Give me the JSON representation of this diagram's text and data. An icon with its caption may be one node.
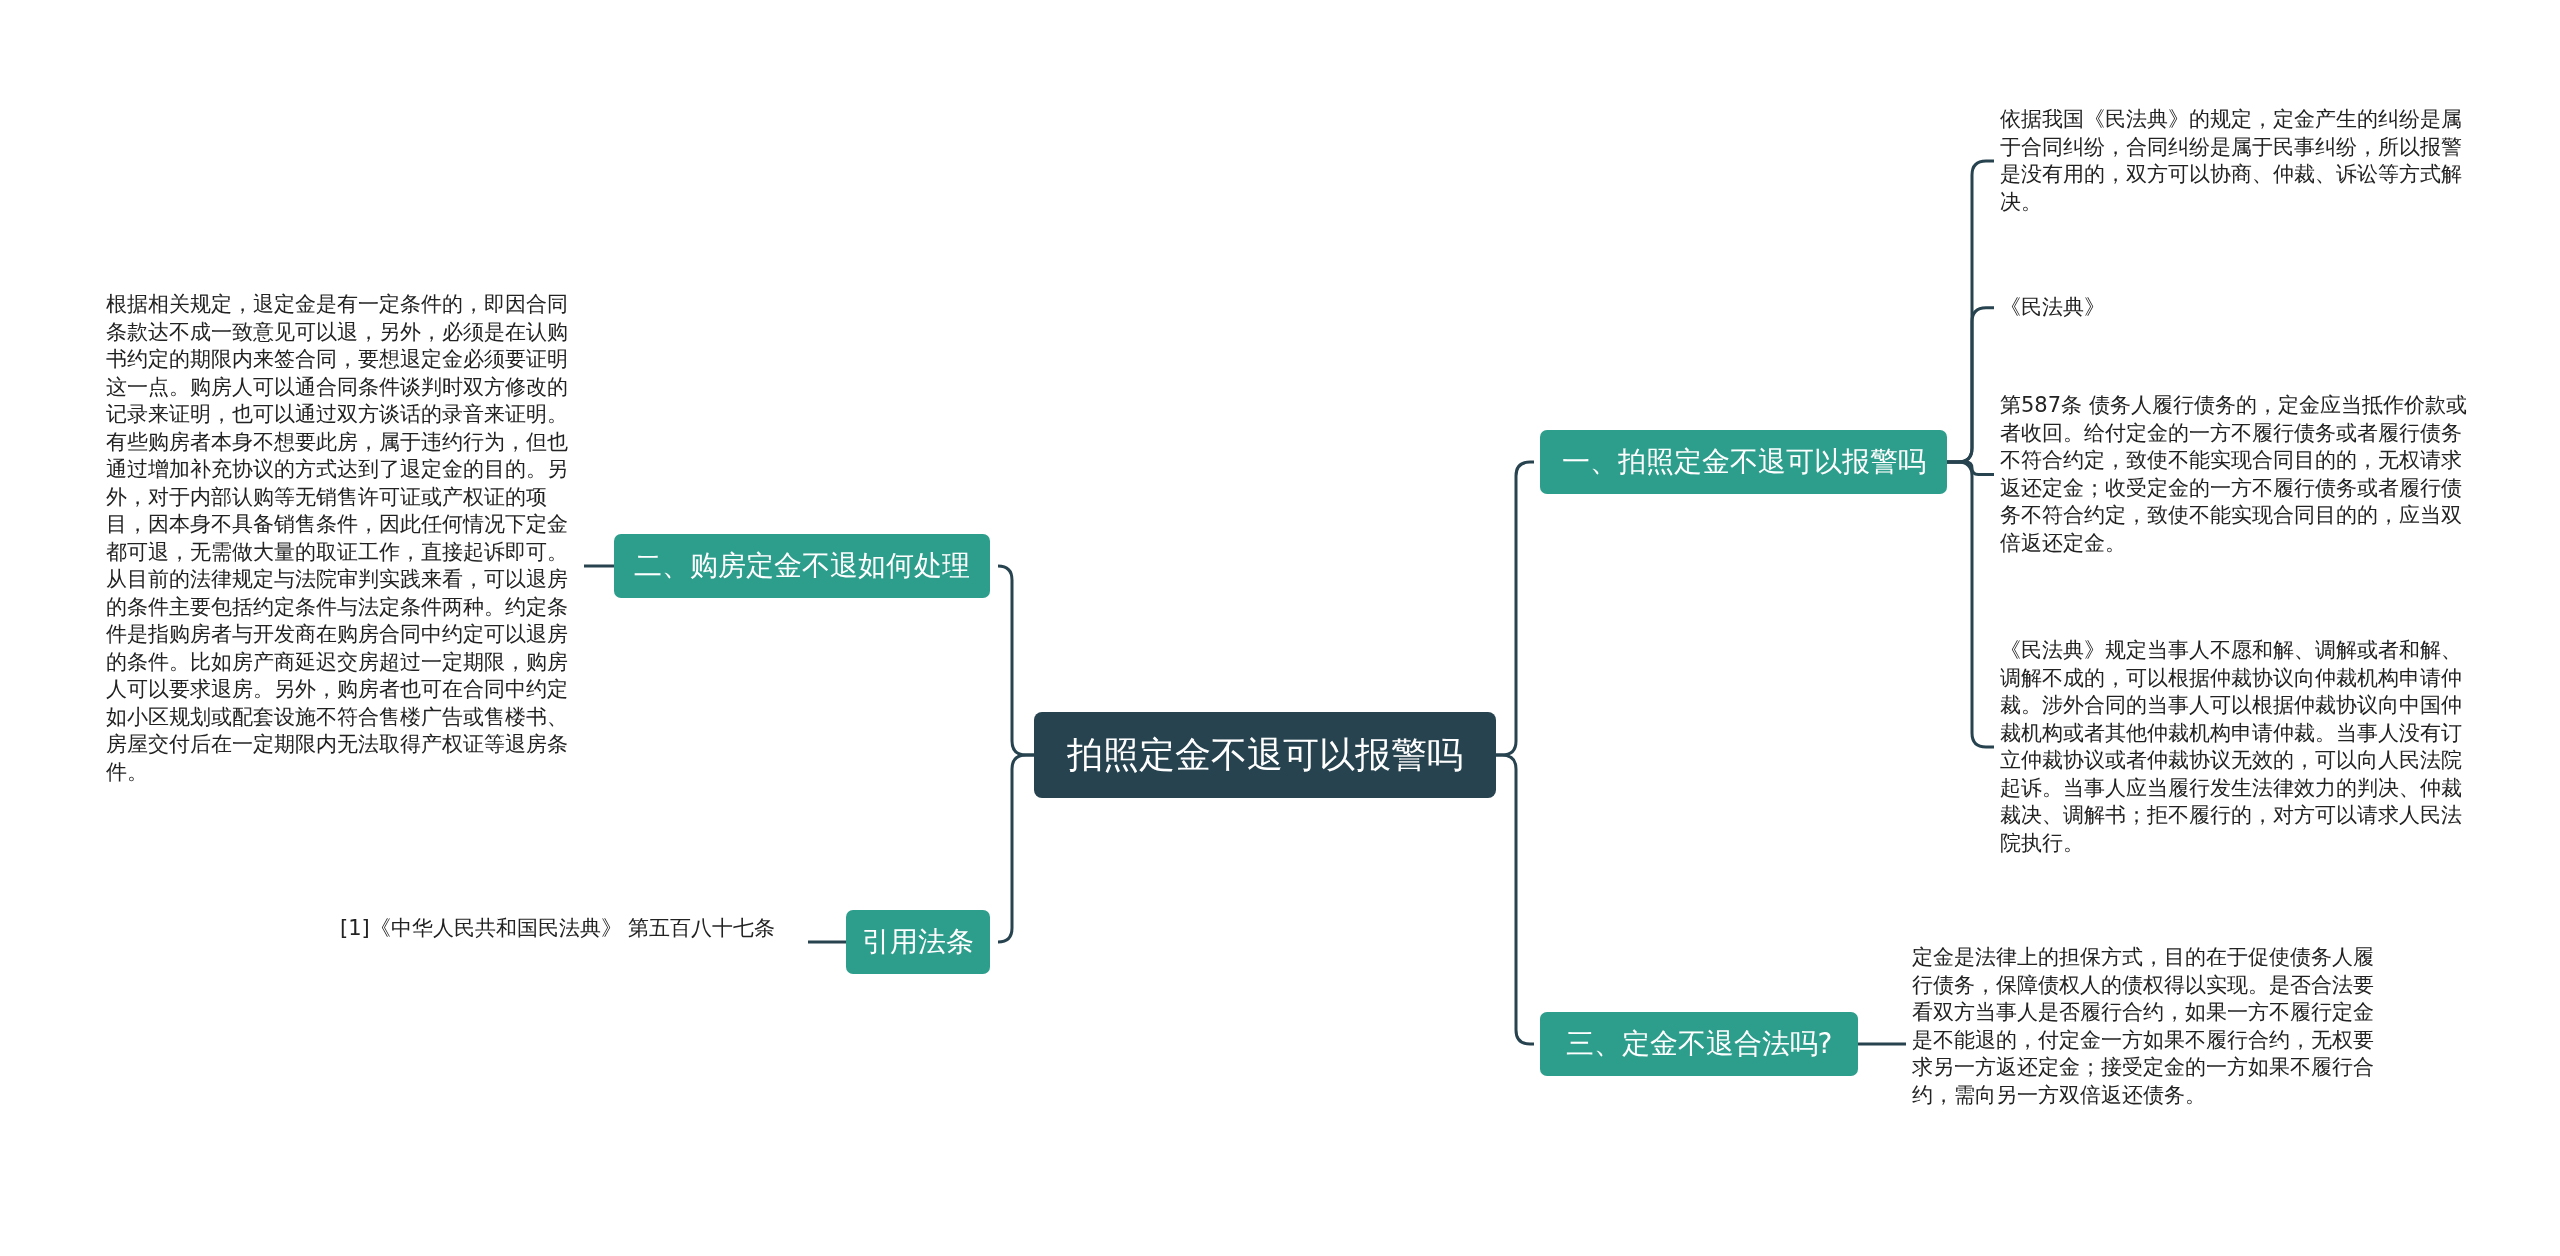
{
  "diagram": {
    "nodes": [
      {
        "text": [
          "拍照定金不退可以报警吗"
        ]
      },
      {
        "text": [
          "一、拍照定金不退可以报警吗"
        ]
      },
      {
        "text": [
          "依据我国《民法典》的规定，定金产生的纠纷是属于合同纠纷，合同纠纷是属于民事纠纷，所以报警是没有用的，双方可以协商、仲裁、诉讼等方式解决。"
        ]
      },
      {
        "text": [
          "《民法典》"
        ]
      },
      {
        "text": [
          "第587条 债务人履行债务的，定金应当抵作价款或者收回。给付定金的一方不履行债务或者履行债务不符合约定，致使不能实现合同目的的，无权请求返还定金；收受定金的一方不履行债务或者履行债务不符合约定，致使不能实现合同目的的，应当双倍返还定金。"
        ]
      },
      {
        "text": [
          "《民法典》规定当事人不愿和解、调解或者和解、调解不成的，可以根据仲裁协议向仲裁机构申请仲裁。涉外合同的当事人可以根据仲裁协议向中国仲裁机构或者其他仲裁机构申请仲裁。当事人没有订立仲裁协议或者仲裁协议无效的，可以向人民法院起诉。当事人应当履行发生法律效力的判决、仲裁裁决、调解书；拒不履行的，对方可以请求人民法院执行。"
        ]
      },
      {
        "text": [
          "三、定金不退合法吗?"
        ]
      },
      {
        "text": [
          "定金是法律上的担保方式，目的在于促使债务人履行债务，保障债权人的债权得以实现。是否合法要看双方当事人是否履行合约，如果一方不履行定金是不能退的，付定金一方如果不履行合约，无权要求另一方返还定金；接受定金的一方如果不履行合约，需向另一方双倍返还债务。"
        ]
      },
      {
        "text": [
          "二、购房定金不退如何处理"
        ]
      },
      {
        "text": [
          "根据相关规定，退定金是有一定条件的，即因合同条款达不成一致意见可以退，另外，必须是在认购书约定的期限内来签合同，要想退定金必须要证明这一点。购房人可以通合同条件谈判时双方修改的记录来证明，也可以通过双方谈话的录音来证明。有些购房者本身不想要此房，属于违约行为，但也通过增加补充协议的方式达到了退定金的目的。另外，对于内部认购等无销售许可证或产权证的项目，因本身不具备销售条件，因此任何情况下定金都可退，无需做大量的取证工作，直接起诉即可。从目前的法律规定与法院审判实践来看，可以退房的条件主要包括约定条件与法定条件两种。约定条件是指购房者与开发商在购房合同中约定可以退房的条件。比如房产商延迟交房超过一定期限，购房人可以要求退房。另外，购房者也可在合同中约定如小区规划或配套设施不符合售楼广告或售楼书、房屋交付后在一定期限内无法取得产权证等退房条件。"
        ]
      },
      {
        "text": [
          "引用法条"
        ]
      },
      {
        "text": [
          "[1]《中华人民共和国民法典》 第五百八十七条"
        ]
      }
    ],
    "edges": [
      {
        "from": 0,
        "to": 1,
        "arrow": "none"
      },
      {
        "from": 1,
        "to": 2,
        "arrow": "none"
      },
      {
        "from": 1,
        "to": 3,
        "arrow": "none"
      },
      {
        "from": 1,
        "to": 4,
        "arrow": "none"
      },
      {
        "from": 1,
        "to": 5,
        "arrow": "none"
      },
      {
        "from": 0,
        "to": 6,
        "arrow": "none"
      },
      {
        "from": 6,
        "to": 7,
        "arrow": "none"
      },
      {
        "from": 0,
        "to": 8,
        "arrow": "none"
      },
      {
        "from": 8,
        "to": 9,
        "arrow": "none"
      },
      {
        "from": 0,
        "to": 10,
        "arrow": "none"
      },
      {
        "from": 10,
        "to": 11,
        "arrow": "none"
      }
    ]
  }
}
